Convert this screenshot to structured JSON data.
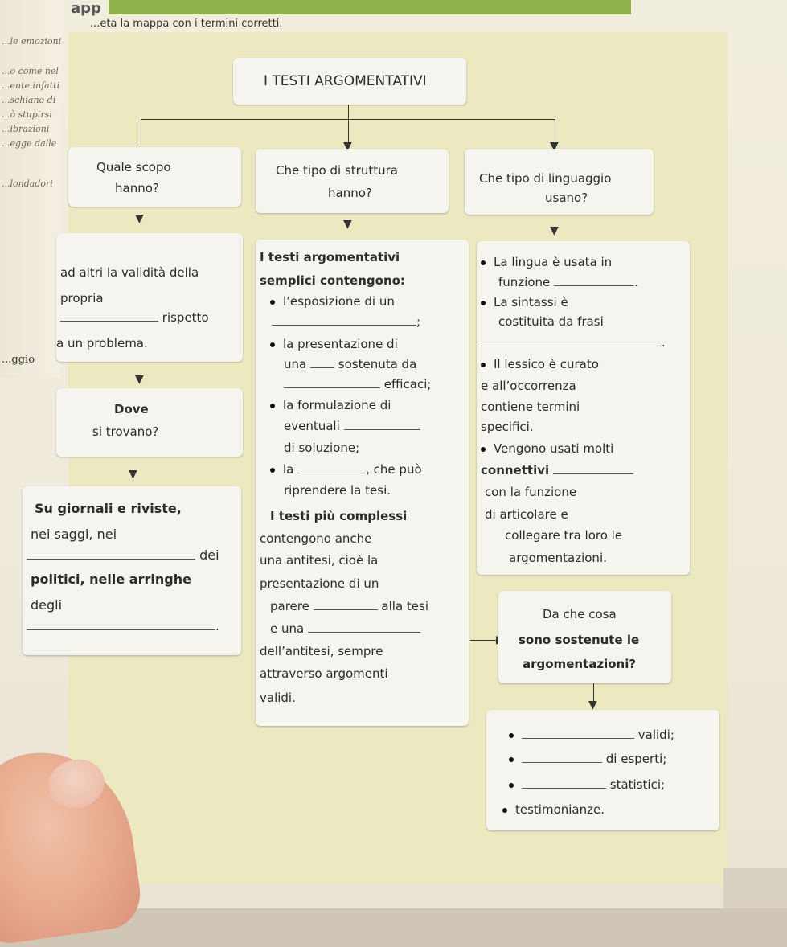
{
  "header": {
    "page_heading": "app",
    "instruction": "...eta la mappa con i termini corretti."
  },
  "left_margin": [
    "...le emozioni",
    "...o come nel",
    "...ente infatti",
    "...schiano di",
    "...ò stupirsi",
    "...ibrazioni",
    "...egge dalle",
    "...londadori",
    "...ggio"
  ],
  "root": {
    "title": "I TESTI ARGOMENTATIVI"
  },
  "q1": {
    "l1": "Quale scopo",
    "l2": "hanno?"
  },
  "q2": {
    "l1": "Che tipo di struttura",
    "l2": "hanno?"
  },
  "q3": {
    "l1": "Che tipo di linguaggio",
    "l2": "usano?"
  },
  "scopo": {
    "l1": "ad altri la validità della",
    "l2": "propria",
    "l3": "rispetto",
    "l4": "a un problema."
  },
  "dove_q": {
    "l1": "Dove",
    "l2": "si trovano?"
  },
  "dove": {
    "l1": "Su giornali e riviste,",
    "l2": "nei saggi, nei",
    "l3": "dei",
    "l4": "politici, nelle arringhe",
    "l5": "degli",
    "l6": "."
  },
  "struttura": {
    "l1": "I testi argomentativi",
    "l2": "semplici contengono:",
    "b1": "l’esposizione di un",
    "b1_end": ";",
    "b2": "la presentazione di",
    "b2_a": "una",
    "b2_b": "sostenuta da",
    "b2_c": "efficaci;",
    "b3": "la formulazione di",
    "b3_a": "eventuali",
    "b3_b": "di soluzione;",
    "b4": "la",
    "b4_a": ", che può",
    "b4_b": "riprendere la tesi.",
    "c1": "I testi più complessi",
    "c2": "contengono anche",
    "c3": "una antitesi, cioè la",
    "c4": "presentazione di un",
    "c5": "parere",
    "c5_b": "alla tesi",
    "c6": "e una",
    "c7": "dell’antitesi, sempre",
    "c8": "attraverso argomenti",
    "c9": "validi."
  },
  "linguaggio": {
    "a1": "La lingua è usata in",
    "a2": "funzione",
    "a2_end": ".",
    "b1": "La sintassi è",
    "b2": "costituita da frasi",
    "b2_end": ".",
    "c1": "Il lessico è curato",
    "c2": "e all’occorrenza",
    "c3": "contiene termini",
    "c4": "specifici.",
    "d1": "Vengono usati molti",
    "d2": "connettivi",
    "d3": "con la funzione",
    "d4": "di articolare e",
    "d5": "collegare tra loro le",
    "d6": "argomentazioni."
  },
  "sostenute_q": {
    "l1": "Da che cosa",
    "l2": "sono sostenute le",
    "l3": "argomentazioni?"
  },
  "sostenute": {
    "i1": "validi;",
    "i2": "di esperti;",
    "i3": "statistici;",
    "i4": "testimonianze."
  }
}
